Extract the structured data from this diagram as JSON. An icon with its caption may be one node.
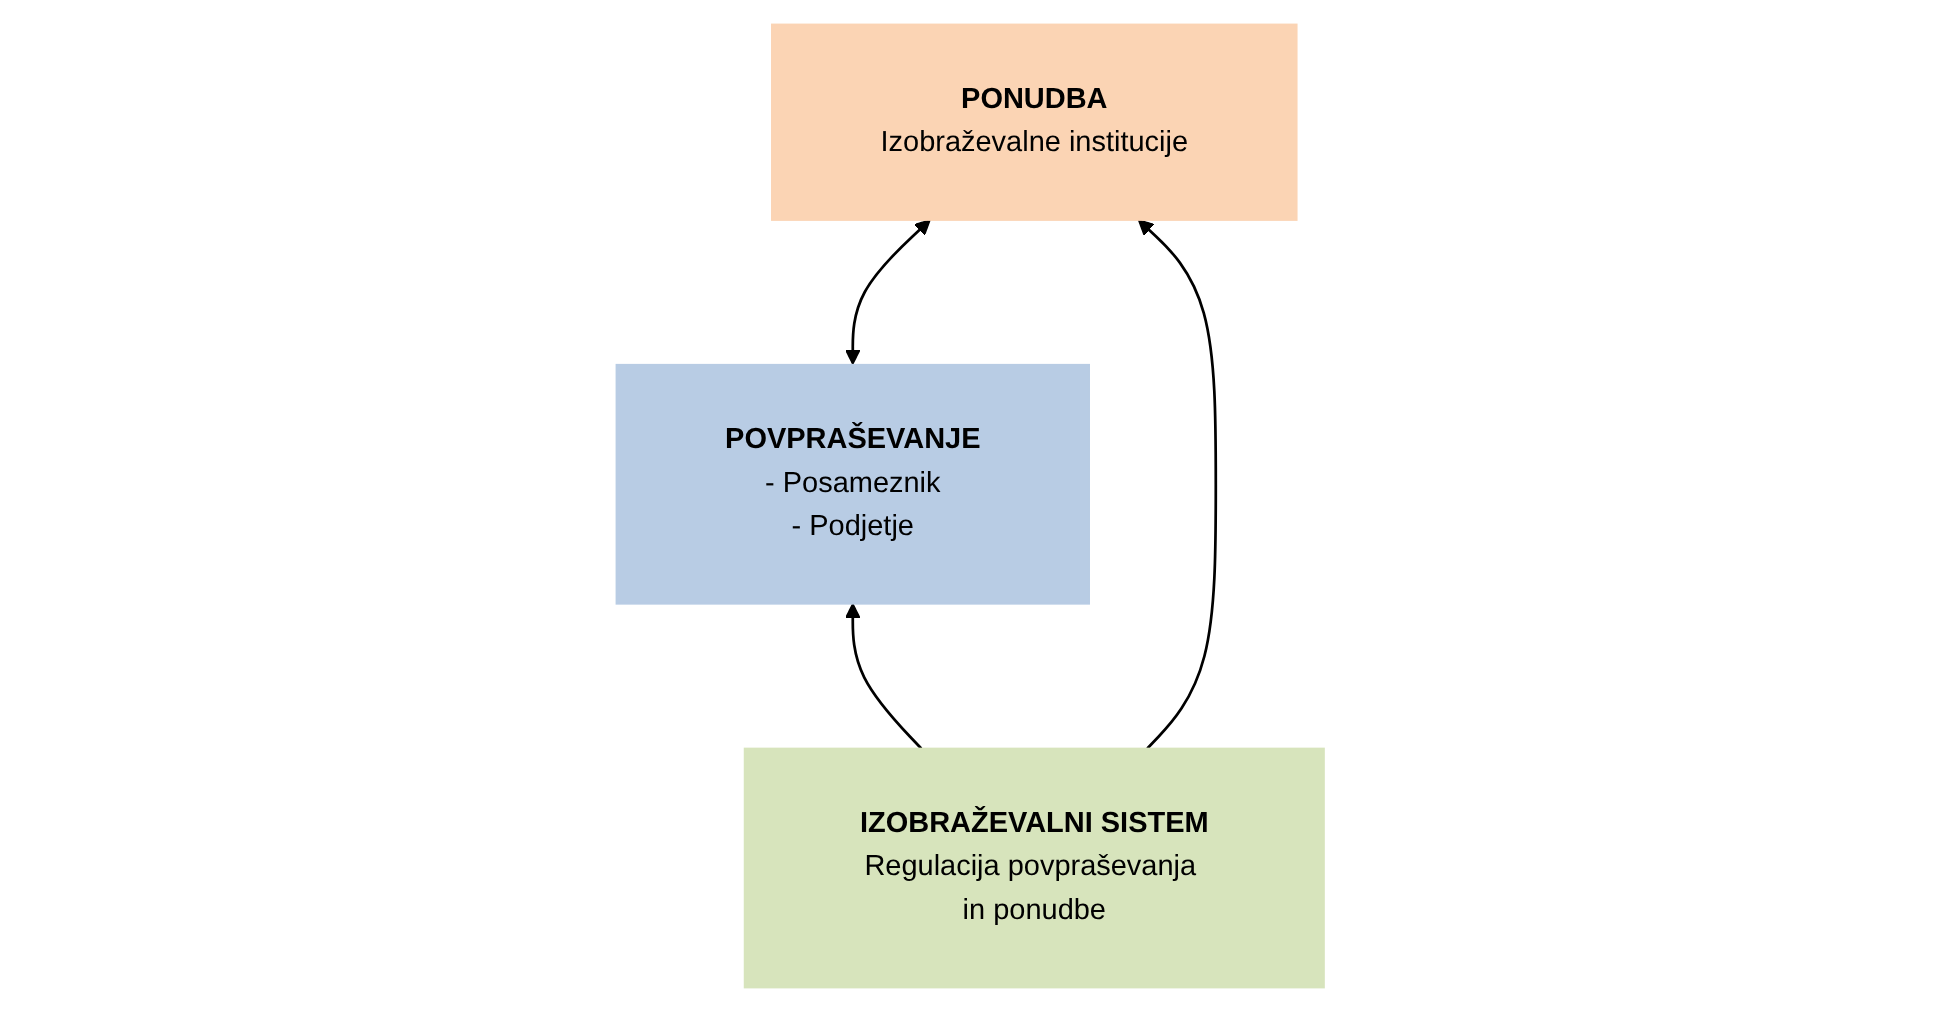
{
  "diagram": {
    "nodes": [
      {
        "text": [
          "POVPRAŠEVANJE",
          "- Posameznik",
          "- Podjetje"
        ]
      },
      {
        "text": [
          "PONUDBA",
          "Izobraževalne institucije"
        ]
      },
      {
        "text": [
          "IZOBRAŽEVALNI SISTEM",
          "Regulacija povpraševanja in ponudbe"
        ]
      }
    ],
    "edges": [
      {
        "from": 0,
        "to": 1,
        "arrow": "both"
      },
      {
        "from": 2,
        "to": 0,
        "arrow": "to"
      },
      {
        "from": 2,
        "to": 1,
        "arrow": "to"
      }
    ]
  }
}
